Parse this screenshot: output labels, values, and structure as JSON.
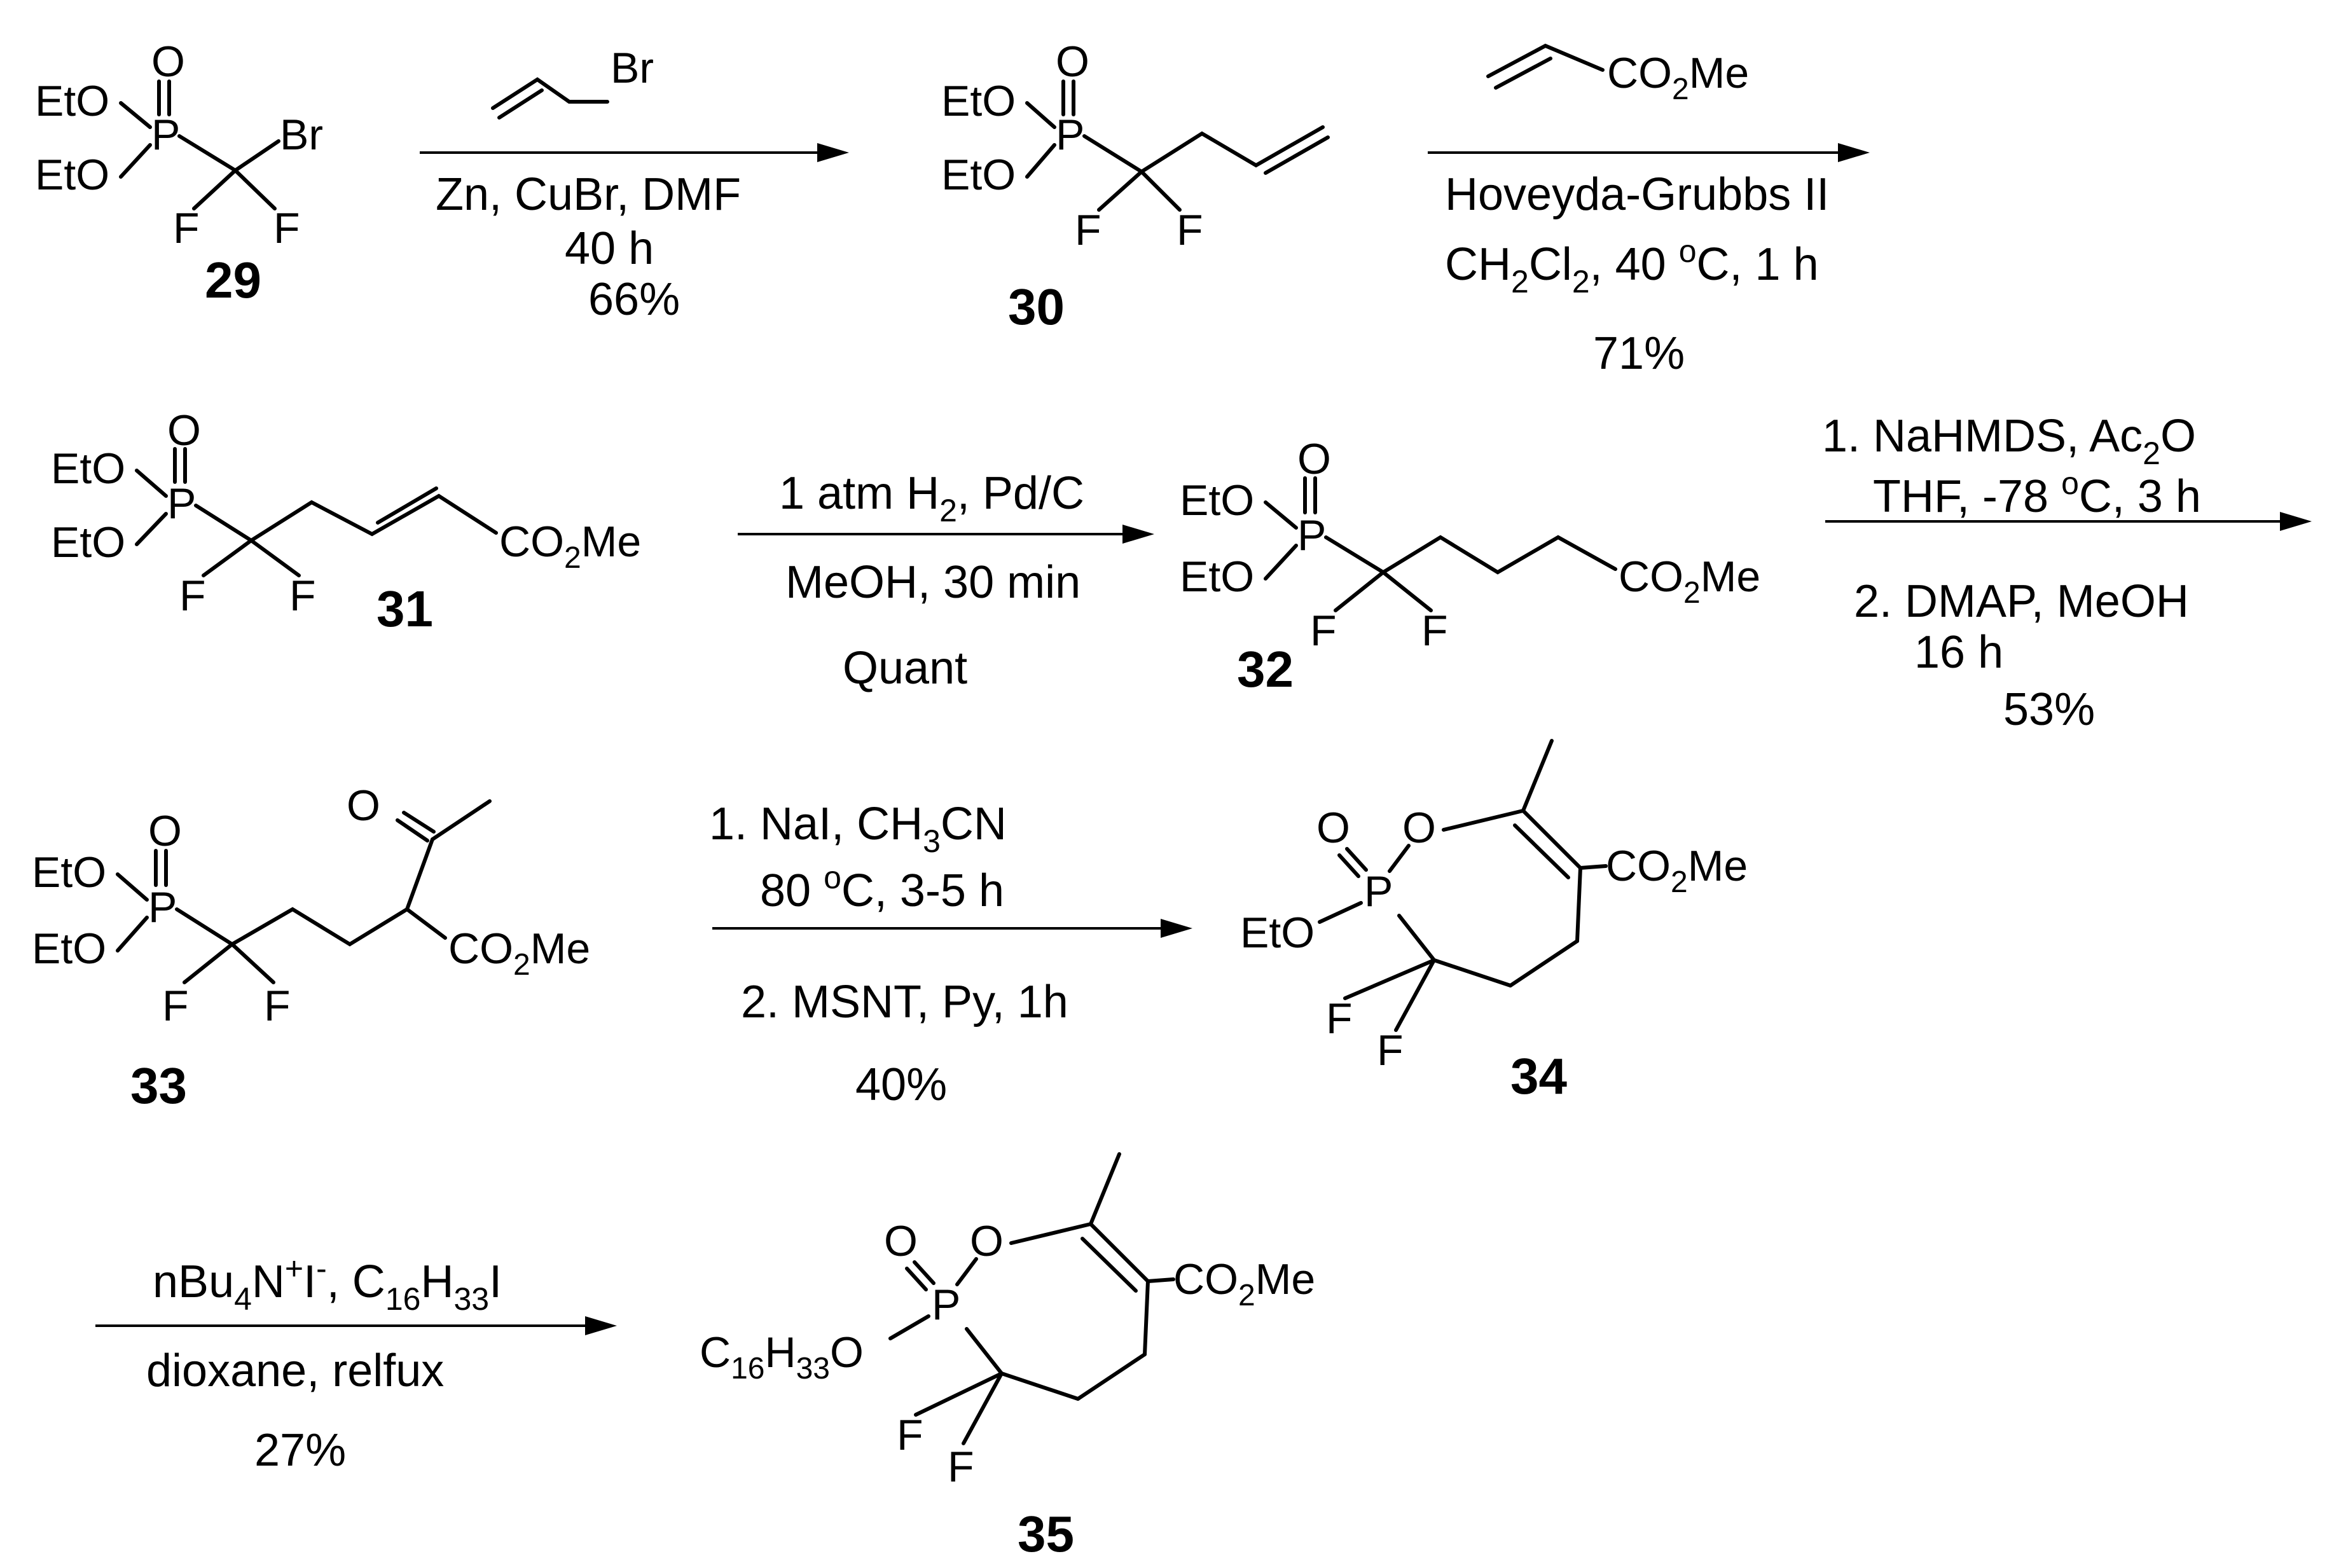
{
  "compounds": {
    "c29": {
      "number": "29",
      "left": "EtO",
      "left2": "EtO",
      "o": "O",
      "p": "P",
      "br": "Br",
      "f1": "F",
      "f2": "F"
    },
    "c30": {
      "number": "30",
      "left": "EtO",
      "left2": "EtO",
      "o": "O",
      "p": "P",
      "f1": "F",
      "f2": "F"
    },
    "c31": {
      "number": "31",
      "left": "EtO",
      "left2": "EtO",
      "o": "O",
      "p": "P",
      "f1": "F",
      "f2": "F",
      "ester_a": "CO",
      "ester_sub": "2",
      "ester_b": "Me"
    },
    "c32": {
      "number": "32",
      "left": "EtO",
      "left2": "EtO",
      "o": "O",
      "p": "P",
      "f1": "F",
      "f2": "F",
      "ester_a": "CO",
      "ester_sub": "2",
      "ester_b": "Me"
    },
    "c33": {
      "number": "33",
      "left": "EtO",
      "left2": "EtO",
      "o": "O",
      "p": "P",
      "f1": "F",
      "f2": "F",
      "ketone_o": "O",
      "ester_a": "CO",
      "ester_sub": "2",
      "ester_b": "Me"
    },
    "c34": {
      "number": "34",
      "left": "EtO",
      "o": "O",
      "ring_o": "O",
      "p": "P",
      "f1": "F",
      "f2": "F",
      "ester_a": "CO",
      "ester_sub": "2",
      "ester_b": "Me"
    },
    "c35": {
      "number": "35",
      "left_a": "C",
      "left_sub1": "16",
      "left_b": "H",
      "left_sub2": "33",
      "left_c": "O",
      "o": "O",
      "ring_o": "O",
      "p": "P",
      "f1": "F",
      "f2": "F",
      "ester_a": "CO",
      "ester_sub": "2",
      "ester_b": "Me"
    }
  },
  "reagents": {
    "allyl_br": "Br",
    "acrylate": {
      "a": "CO",
      "sub": "2",
      "b": "Me"
    }
  },
  "arrows": {
    "a1": {
      "line1": "Zn, CuBr, DMF",
      "line2": "40 h",
      "line3": "66%"
    },
    "a2": {
      "line1": "Hoveyda-Grubbs II",
      "line2_a": "CH",
      "line2_sub1": "2",
      "line2_b": "Cl",
      "line2_sub2": "2",
      "line2_c": ", 40 ",
      "line2_sup": "o",
      "line2_d": "C, 1 h",
      "line3": "71%"
    },
    "a3": {
      "line1_a": "1 atm H",
      "line1_sub": "2",
      "line1_b": ", Pd/C",
      "line2": "MeOH, 30 min",
      "line3": "Quant"
    },
    "a4": {
      "line1_a": "1. NaHMDS, Ac",
      "line1_sub": "2",
      "line1_b": "O",
      "line2_a": "THF, -78 ",
      "line2_sup": "o",
      "line2_b": "C, 3 h",
      "line3": "2. DMAP, MeOH",
      "line4": "16 h",
      "line5": "53%"
    },
    "a5": {
      "line1_a": "1. NaI, CH",
      "line1_sub": "3",
      "line1_b": "CN",
      "line2_a": "80 ",
      "line2_sup": "o",
      "line2_b": "C, 3-5 h",
      "line3": "2. MSNT, Py, 1h",
      "line4": "40%"
    },
    "a6": {
      "line1_a": "nBu",
      "line1_sub1": "4",
      "line1_b": "N",
      "line1_sup1": "+",
      "line1_c": "I",
      "line1_sup2": "-",
      "line1_d": ", C",
      "line1_sub2": "16",
      "line1_e": "H",
      "line1_sub3": "33",
      "line1_f": "I",
      "line2": "dioxane, relfux",
      "line3": "27%"
    }
  }
}
